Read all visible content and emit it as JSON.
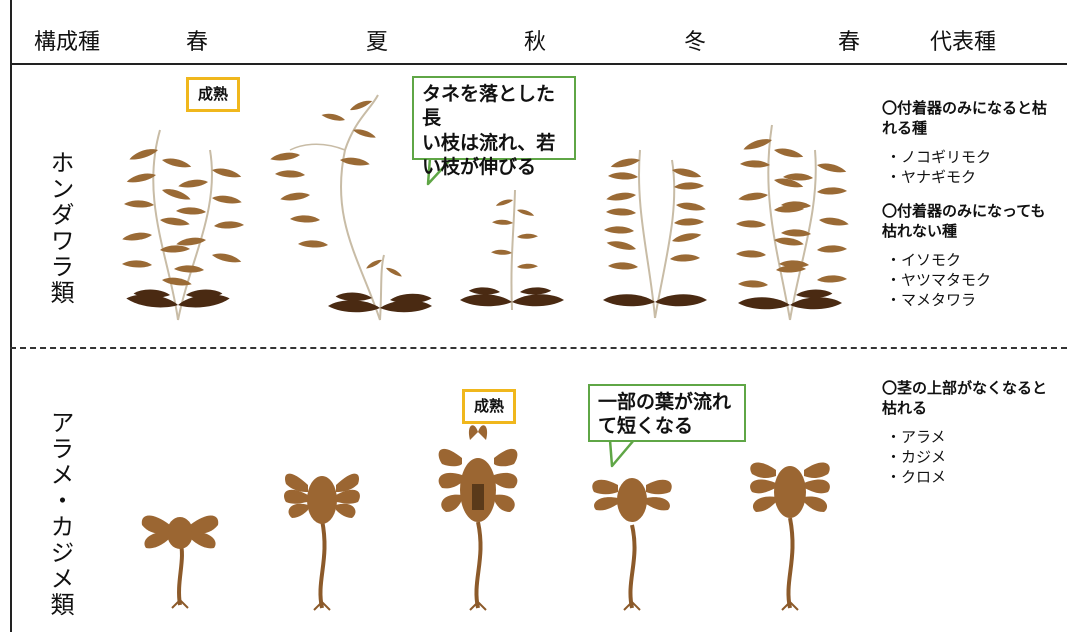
{
  "header": {
    "composition": "構成種",
    "seasons": [
      "春",
      "夏",
      "秋",
      "冬",
      "春"
    ],
    "representative": "代表種"
  },
  "rows": [
    {
      "label": "ホンダワラ類"
    },
    {
      "label": "アラメ・カジメ類"
    }
  ],
  "callouts": {
    "mature_1": "成熟",
    "mature_2": "成熟",
    "seed_drop": [
      "タネを落とした長",
      "い枝は流れ、若",
      "い枝が伸びる"
    ],
    "leaf_loss": [
      "一部の葉が流れ",
      "て短くなる"
    ]
  },
  "species": {
    "honda_dies": "〇付着器のみになると枯れる種",
    "honda_dies_items": [
      "・ノコギリモク",
      "・ヤナギモク"
    ],
    "honda_survives": "〇付着器のみになっても枯れない種",
    "honda_survives_items": [
      "・イソモク",
      "・ヤツマタモク",
      "・マメタワラ"
    ],
    "arame_dies": "〇茎の上部がなくなると枯れる",
    "arame_items": [
      "・アラメ",
      "・カジメ",
      "・クロメ"
    ]
  },
  "colors": {
    "frond": "#9a6a35",
    "frond_dark": "#4a2a12",
    "kelp": "#9b6632",
    "mature_border": "#f0b71c",
    "callout_border": "#5fa646"
  }
}
